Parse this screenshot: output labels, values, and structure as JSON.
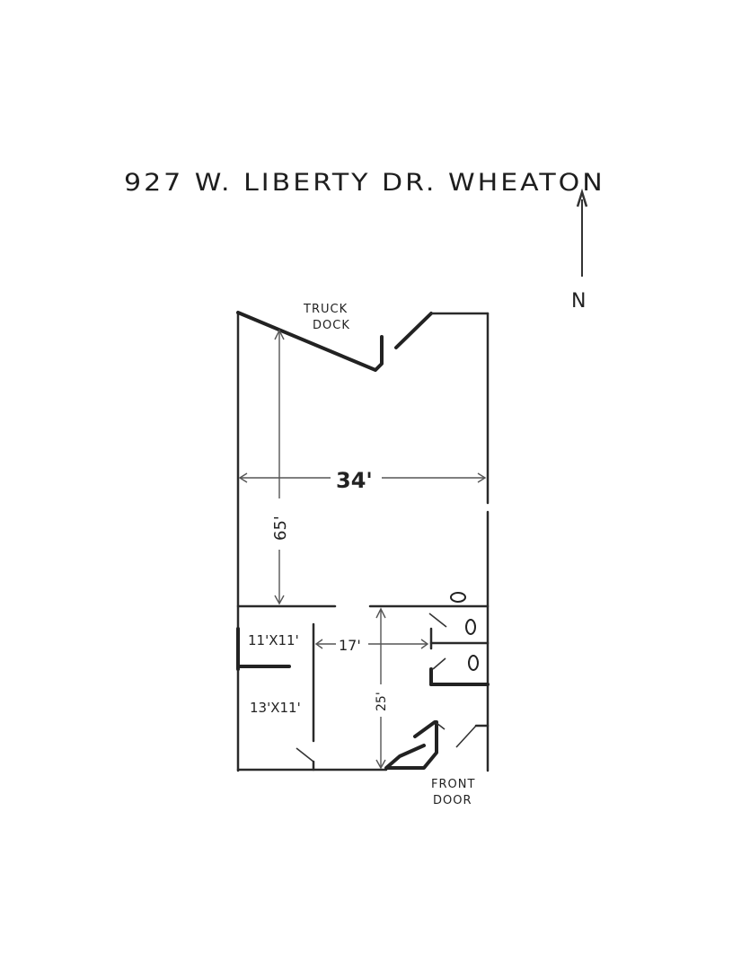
{
  "title": "927 W. LIBERTY DR. WHEATON",
  "compass": {
    "label": "N",
    "direction": "north-up"
  },
  "labels": {
    "truck_dock_line1": "TRUCK",
    "truck_dock_line2": "DOCK",
    "width_dim": "34'",
    "depth_dim": "65'",
    "office_depth_dim": "25'",
    "office_width_dim": "17'",
    "room1": "11'X11'",
    "room2": "13'X11'",
    "front_door_line1": "FRONT",
    "front_door_line2": "DOOR"
  },
  "fixtures": [
    {
      "type": "toilet",
      "label": "0"
    },
    {
      "type": "toilet",
      "label": "0"
    },
    {
      "type": "sink",
      "label": "0"
    }
  ],
  "colors": {
    "ink": "#222222",
    "paper": "#ffffff"
  }
}
